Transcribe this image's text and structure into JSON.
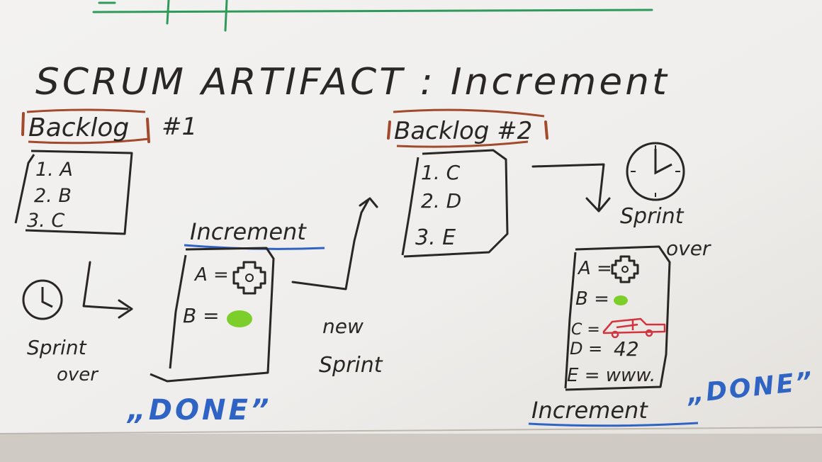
{
  "photo": {
    "colors": {
      "paper": "#f1f0ef",
      "paper_shadow": "#dcd8d2",
      "ink_black": "#2a2624",
      "ink_brown": "#a24a2c",
      "ink_blue": "#2f63c4",
      "ink_green": "#2f9a5a",
      "ink_lime": "#7ccf2a",
      "ink_red": "#d4323c"
    },
    "title": "SCRUM ARTIFACT : Increment",
    "backlog1": {
      "label": "Backlog",
      "number": "#1",
      "items": [
        "1.  A",
        "2.  B",
        "3.  C"
      ]
    },
    "backlog2": {
      "label": "Backlog #2",
      "items": [
        "1.  C",
        "2.  D",
        "3.  E"
      ]
    },
    "sprint_over_left": {
      "line1": "Sprint",
      "line2": "over"
    },
    "new_sprint": {
      "line1": "new",
      "line2": "Sprint"
    },
    "sprint_over_right": {
      "line1": "Sprint",
      "line2": "over"
    },
    "increment1": {
      "label": "Increment",
      "rows": [
        "A =",
        "B ="
      ],
      "done": "„DONE”"
    },
    "increment2": {
      "label": "Increment",
      "rows": [
        "A =",
        "B =",
        "C =",
        "D =",
        "E = www."
      ],
      "d_value": "42",
      "done": "„DONE”"
    },
    "icons": [
      "clock-icon",
      "gear-icon",
      "green-dot-icon",
      "car-icon",
      "arrow-icon"
    ]
  }
}
